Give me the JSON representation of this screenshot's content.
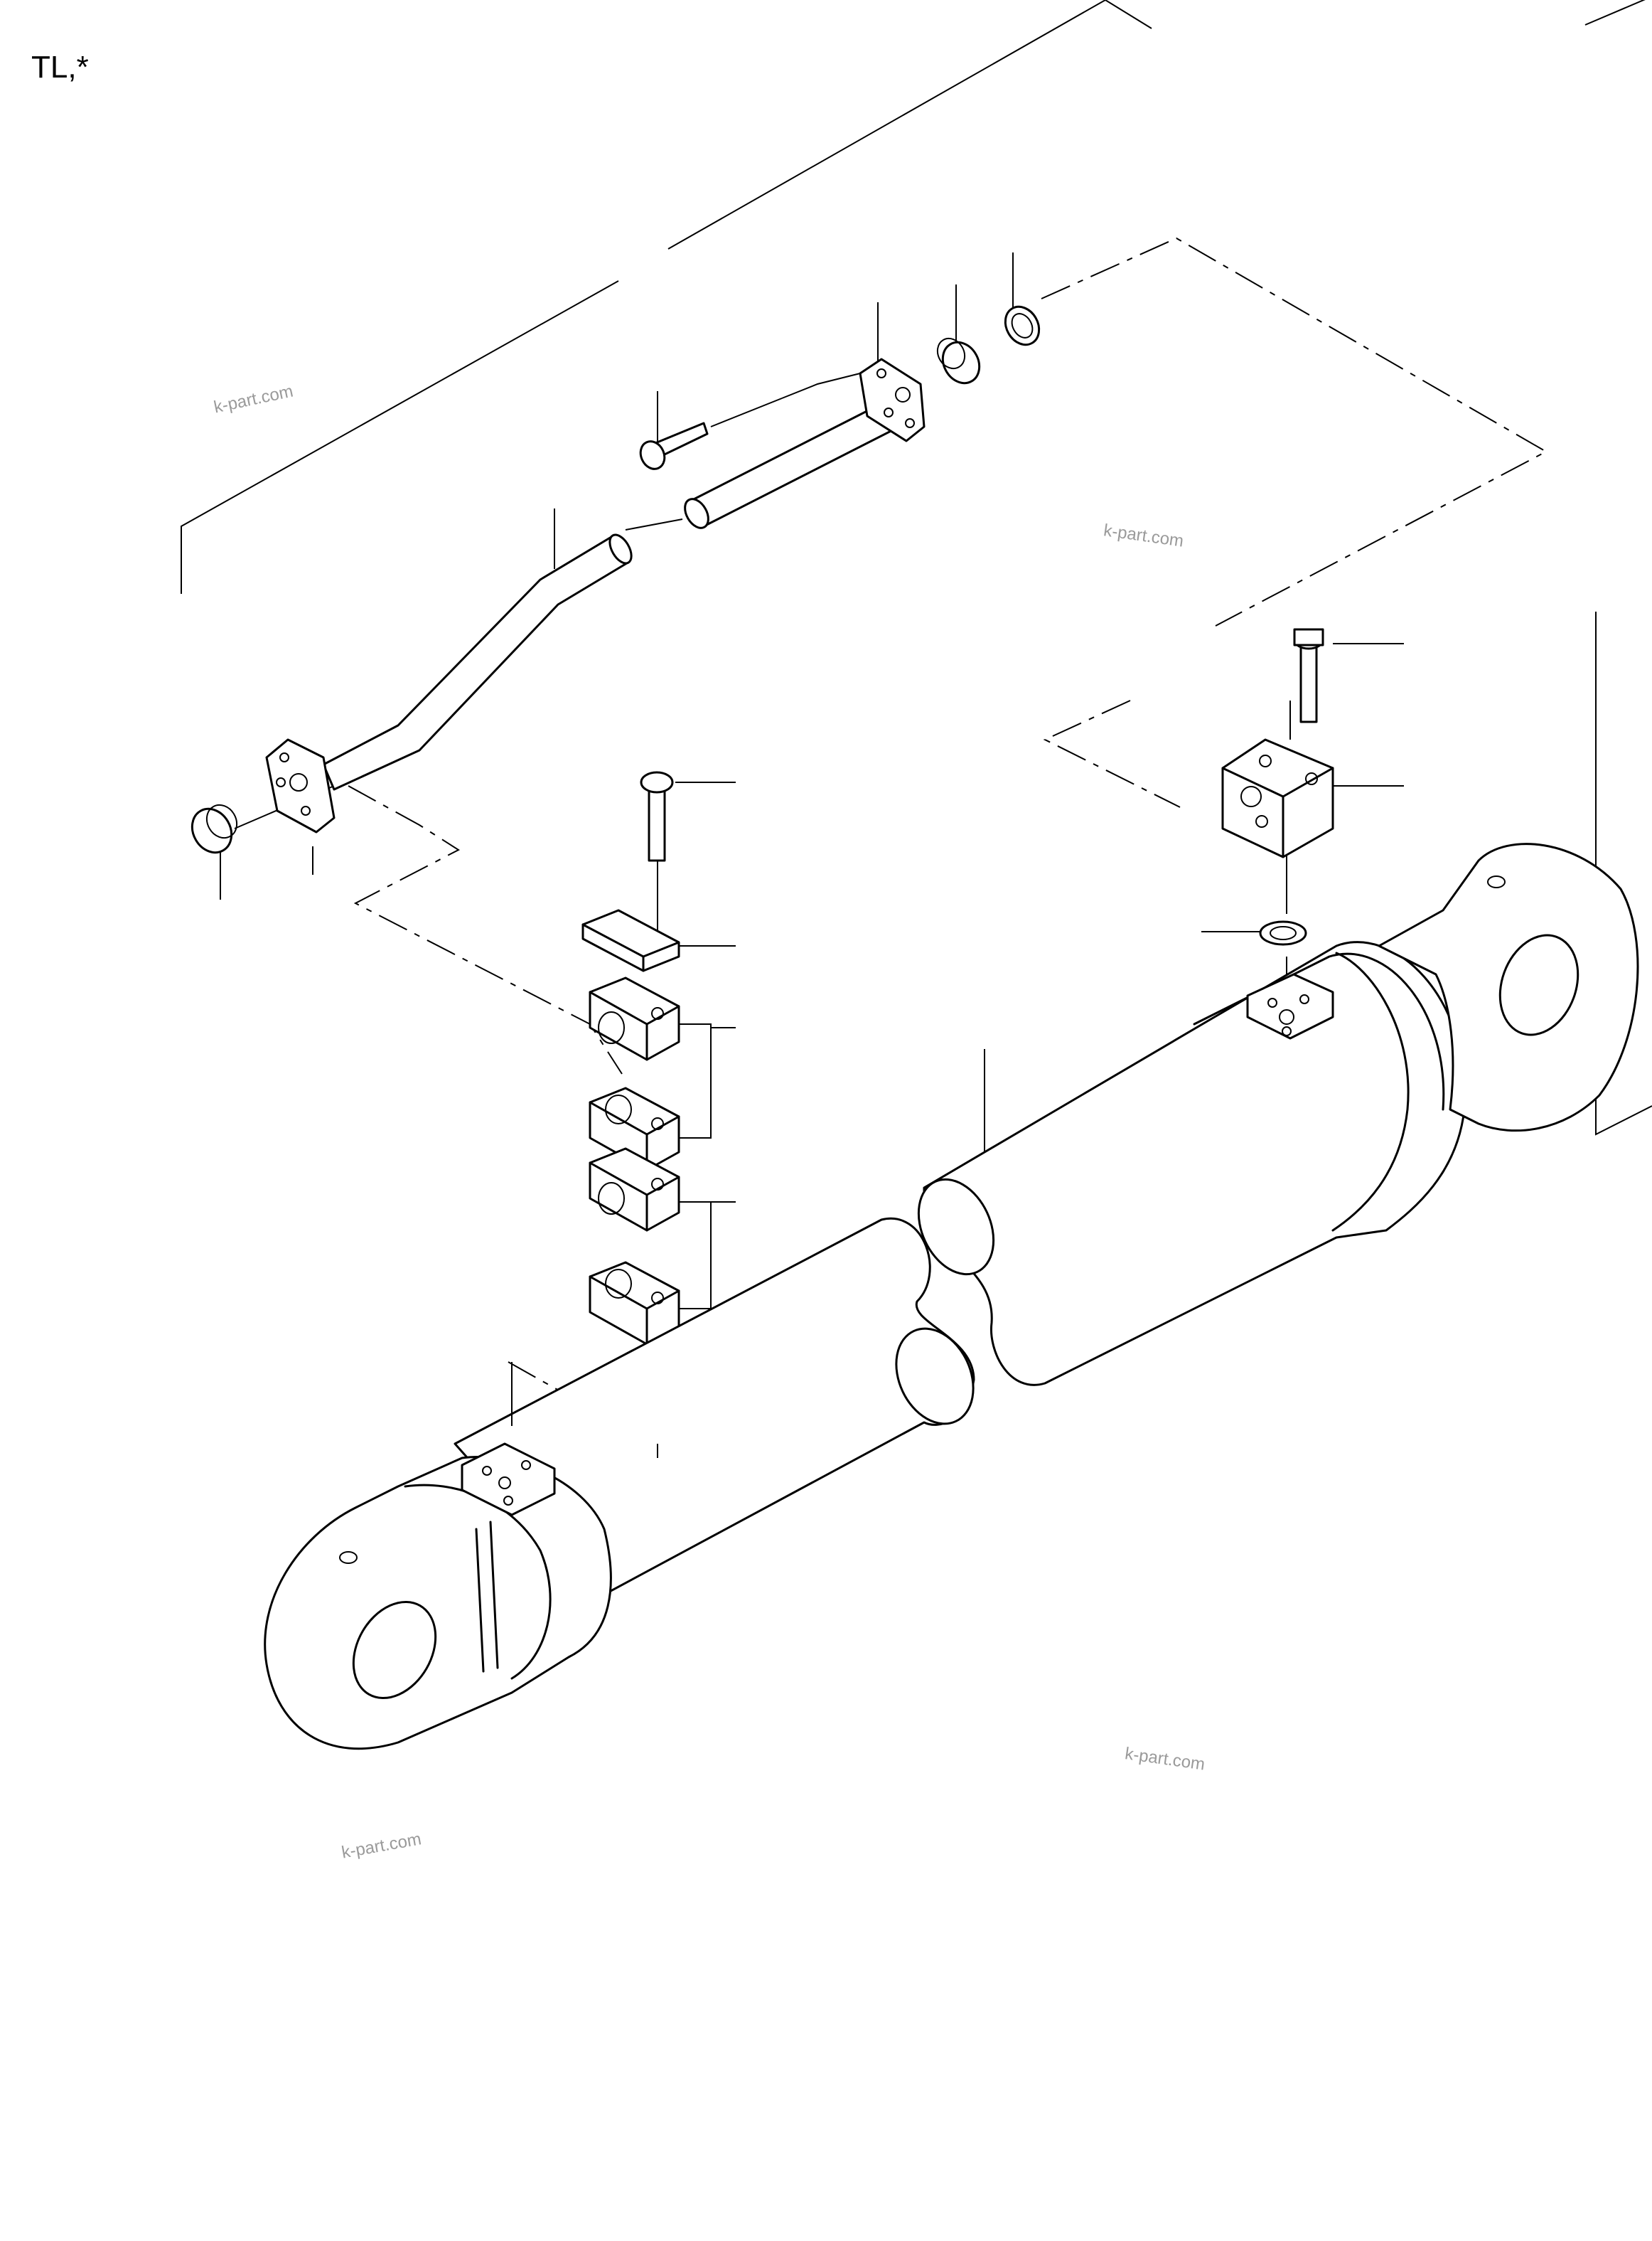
{
  "header": {
    "code": "TL,*"
  },
  "watermarks": [
    "k-part.com",
    "k-part.com",
    "k-part.com",
    "k-part.com"
  ]
}
